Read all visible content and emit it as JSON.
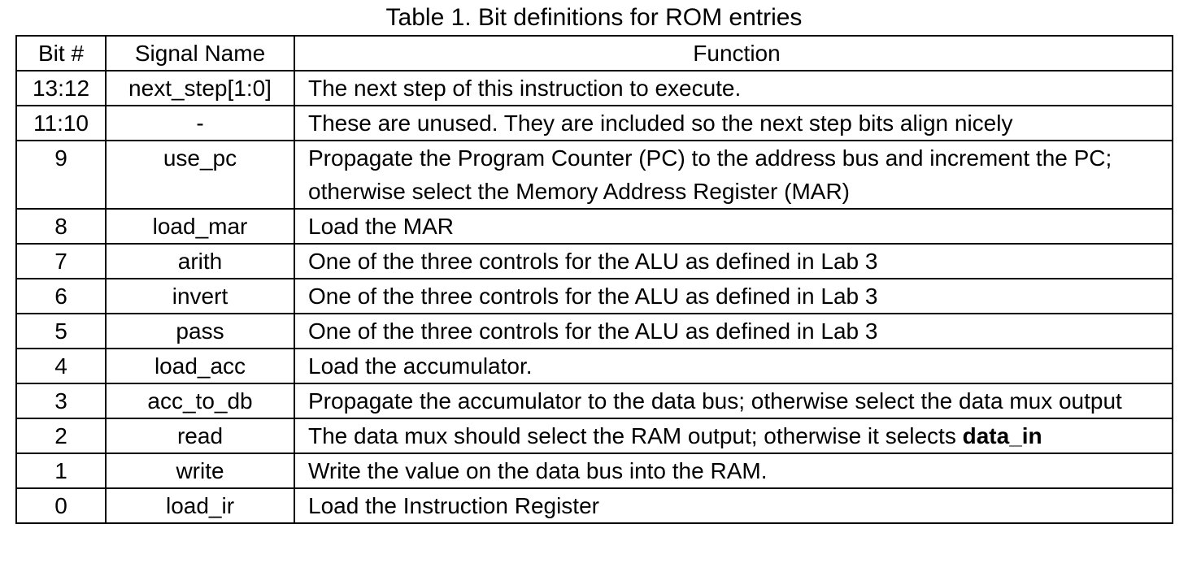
{
  "caption": "Table 1. Bit definitions for ROM entries",
  "table": {
    "headers": [
      "Bit #",
      "Signal Name",
      "Function"
    ],
    "rows": [
      {
        "bit": "13:12",
        "signal": "next_step[1:0]",
        "function": "The next step of this instruction to execute."
      },
      {
        "bit": "11:10",
        "signal": "-",
        "function": "These are unused. They are included so the next step bits align nicely"
      },
      {
        "bit": "9",
        "signal": "use_pc",
        "function": "Propagate the Program Counter (PC) to the address bus and increment the PC; otherwise select the Memory Address Register (MAR)"
      },
      {
        "bit": "8",
        "signal": "load_mar",
        "function": "Load the MAR"
      },
      {
        "bit": "7",
        "signal": "arith",
        "function": "One of the three controls for the ALU as defined in Lab 3"
      },
      {
        "bit": "6",
        "signal": "invert",
        "function": "One of the three controls for the ALU as defined in Lab 3"
      },
      {
        "bit": "5",
        "signal": "pass",
        "function": "One of the three controls for the ALU as defined in Lab 3"
      },
      {
        "bit": "4",
        "signal": "load_acc",
        "function": "Load the accumulator."
      },
      {
        "bit": "3",
        "signal": "acc_to_db",
        "function": "Propagate the accumulator to the data bus; otherwise select the data mux output"
      },
      {
        "bit": "2",
        "signal": "read",
        "function": "The data mux should select the RAM output; otherwise it selects ",
        "function_bold": "data_in"
      },
      {
        "bit": "1",
        "signal": "write",
        "function": "Write the value on the data bus into the RAM."
      },
      {
        "bit": "0",
        "signal": "load_ir",
        "function": "Load the Instruction Register"
      }
    ]
  }
}
